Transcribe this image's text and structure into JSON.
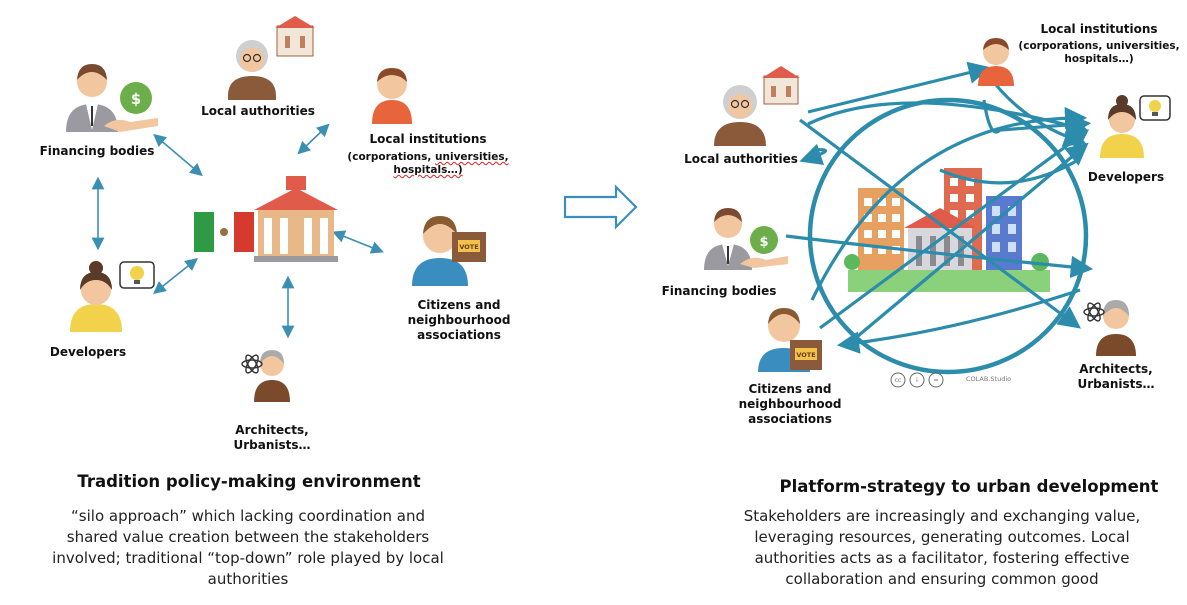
{
  "left": {
    "labels": {
      "financing": "Financing bodies",
      "authorities": "Local authorities",
      "institutions": "Local institutions",
      "institutions_sub_a": "(corporations, ",
      "institutions_sub_b": "universities,",
      "institutions_sub_c": "hospitals…)",
      "developers": "Developers",
      "citizens_1": "Citizens and",
      "citizens_2": "neighbourhood",
      "citizens_3": "associations",
      "architects_1": "Architects,",
      "architects_2": "Urbanists…"
    },
    "title": "Tradition policy-making environment",
    "desc_1": "“silo approach” which lacking coordination and",
    "desc_2": "shared value creation between the stakeholders",
    "desc_3": "involved; traditional “top-down” role played by local",
    "desc_4": "authorities"
  },
  "right": {
    "labels": {
      "institutions": "Local institutions",
      "institutions_sub_1": "(corporations, universities,",
      "institutions_sub_2": "hospitals…)",
      "authorities": "Local authorities",
      "developers": "Developers",
      "financing": "Financing bodies",
      "citizens_1": "Citizens and",
      "citizens_2": "neighbourhood",
      "citizens_3": "associations",
      "architects_1": "Architects,",
      "architects_2": "Urbanists…"
    },
    "credit": "COLAB.Studio",
    "vote": "VOTE",
    "title": "Platform-strategy to urban development",
    "desc_1": "Stakeholders are increasingly and exchanging value,",
    "desc_2": "leveraging resources, generating outcomes. Local",
    "desc_3": "authorities acts as a facilitator, fostering effective",
    "desc_4": "collaboration and ensuring common good"
  },
  "colors": {
    "arrow": "#3b8fb3",
    "circle": "#2b8cab",
    "outline": "#3a8ebf"
  }
}
